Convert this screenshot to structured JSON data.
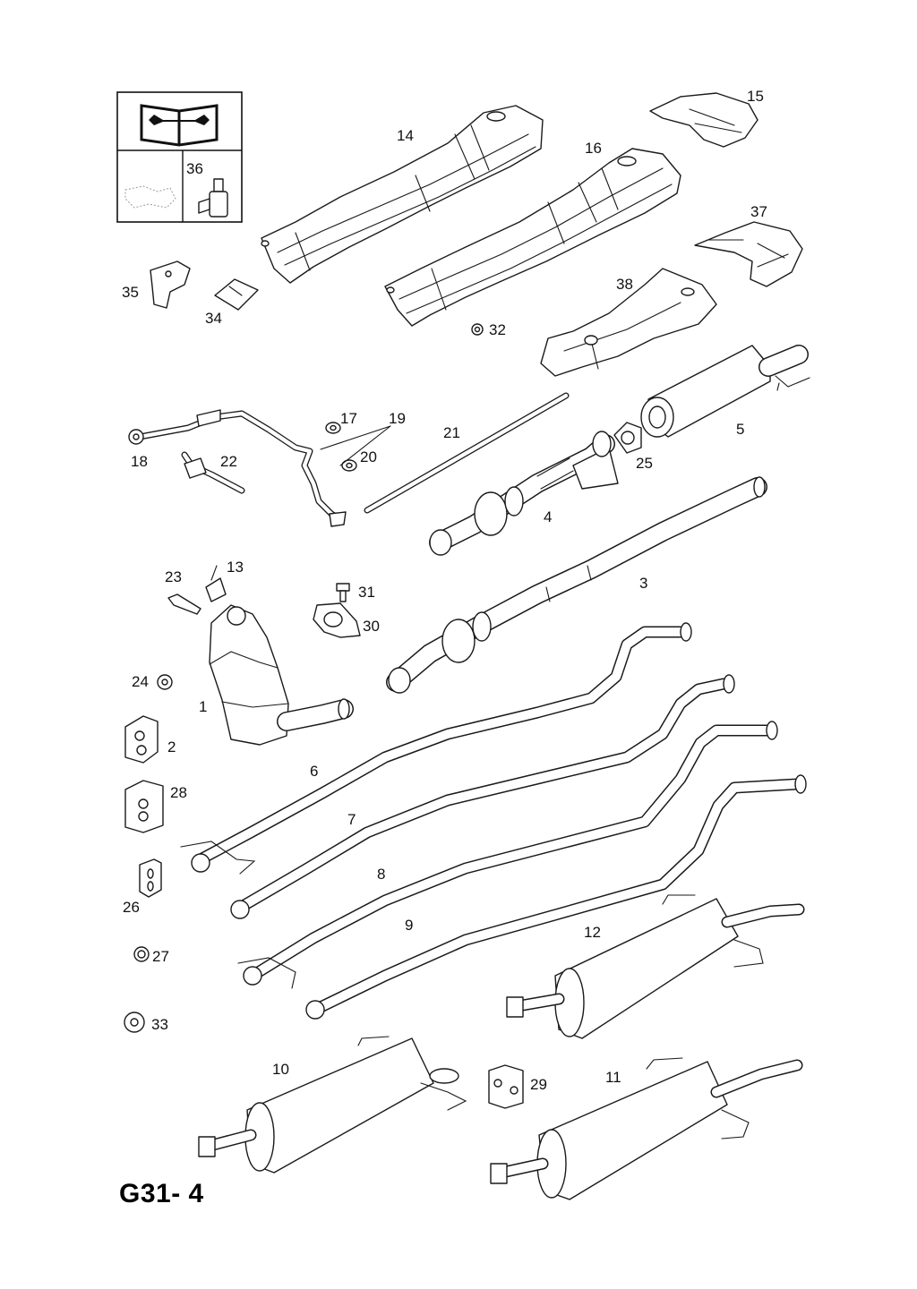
{
  "page_code": "G31- 4",
  "info_box": {
    "book_icon": "repair-manual-book-icon",
    "sealant_label": "36"
  },
  "labels": {
    "p1": "1",
    "p2": "2",
    "p3": "3",
    "p4": "4",
    "p5": "5",
    "p6": "6",
    "p7": "7",
    "p8": "8",
    "p9": "9",
    "p10": "10",
    "p11": "11",
    "p12": "12",
    "p13": "13",
    "p14": "14",
    "p15": "15",
    "p16": "16",
    "p17": "17",
    "p18": "18",
    "p19": "19",
    "p20": "20",
    "p21": "21",
    "p22": "22",
    "p23": "23",
    "p24": "24",
    "p25": "25",
    "p26": "26",
    "p27": "27",
    "p28": "28",
    "p29": "29",
    "p30": "30",
    "p31": "31",
    "p32": "32",
    "p33": "33",
    "p34": "34",
    "p35": "35",
    "p37": "37",
    "p38": "38"
  }
}
